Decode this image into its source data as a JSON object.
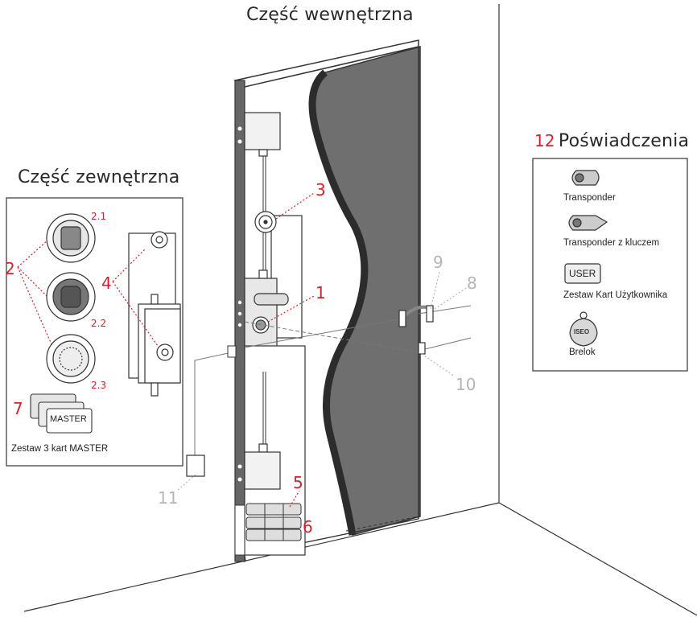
{
  "colors": {
    "callout_red": "#d3222a",
    "callout_grey": "#b5b5b5",
    "door_panel": "#6f6f6f",
    "frame": "#555555"
  },
  "headings": {
    "inside": "Część wewnętrzna",
    "outside": "Część zewnętrzna",
    "credentials_number": "12",
    "credentials": "Poświadczenia"
  },
  "callouts": {
    "c1": "1",
    "c2": "2",
    "c2_1": "2.1",
    "c2_2": "2.2",
    "c2_3": "2.3",
    "c3": "3",
    "c4": "4",
    "c5": "5",
    "c6": "6",
    "c7": "7",
    "c8": "8",
    "c9": "9",
    "c10": "10",
    "c11": "11"
  },
  "master_cards": {
    "card_text": "MASTER",
    "caption": "Zestaw 3 kart MASTER"
  },
  "credentials_list": [
    {
      "label": "Transponder",
      "icon": "transponder-icon"
    },
    {
      "label": "Transponder z kluczem",
      "icon": "transponder-key-icon"
    },
    {
      "label": "Zestaw Kart Użytkownika",
      "icon": "user-card-icon",
      "card_text": "USER"
    },
    {
      "label": "Brelok",
      "icon": "key-fob-icon",
      "fob_text": "ISEO"
    }
  ]
}
